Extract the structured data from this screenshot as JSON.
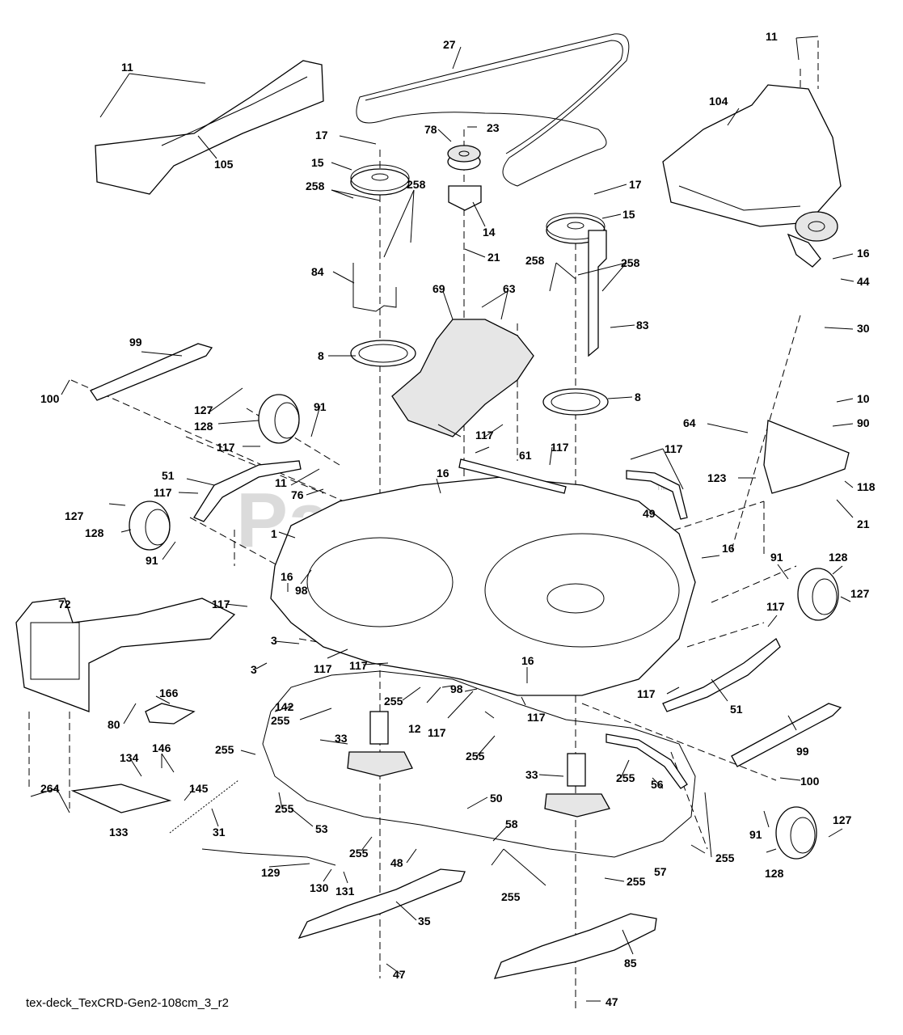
{
  "caption": "tex-deck_TexCRD-Gen2-108cm_3_r2",
  "watermark": {
    "text": "PartsTree",
    "trademark": "TM"
  },
  "labels": [
    "11",
    "105",
    "27",
    "17",
    "15",
    "78",
    "23",
    "14",
    "258",
    "84",
    "21",
    "63",
    "69",
    "8",
    "99",
    "100",
    "127",
    "128",
    "91",
    "117",
    "51",
    "16",
    "76",
    "1",
    "98",
    "72",
    "3",
    "166",
    "80",
    "146",
    "134",
    "145",
    "264",
    "133",
    "31",
    "142",
    "255",
    "12",
    "33",
    "53",
    "50",
    "48",
    "35",
    "129",
    "130",
    "131",
    "47",
    "11b",
    "104",
    "16b",
    "44",
    "30",
    "83",
    "10",
    "90",
    "64",
    "123",
    "118",
    "61",
    "49",
    "56",
    "85",
    "57",
    "58"
  ]
}
